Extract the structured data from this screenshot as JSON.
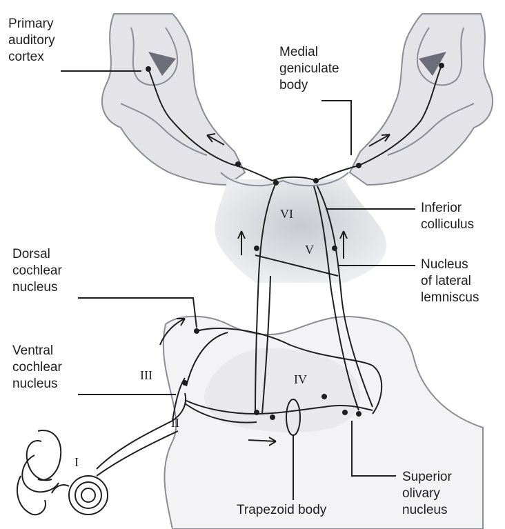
{
  "labels": {
    "primary_auditory_cortex": "Primary\nauditory\ncortex",
    "medial_geniculate_body": "Medial\ngeniculate\nbody",
    "inferior_colliculus": "Inferior\ncolliculus",
    "nucleus_lateral_lemniscus": "Nucleus\nof lateral\nlemniscus",
    "dorsal_cochlear_nucleus": "Dorsal\ncochlear\nnucleus",
    "ventral_cochlear_nucleus": "Ventral\ncochlear\nnucleus",
    "superior_olivary_nucleus": "Superior\nolivary\nnucleus",
    "trapezoid_body": "Trapezoid body"
  },
  "stages": {
    "I": "I",
    "II": "II",
    "III": "III",
    "IV": "IV",
    "V": "V",
    "VI": "VI"
  },
  "colors": {
    "tissue_fill": "#e4e4e8",
    "tissue_dark": "#8a8c96",
    "line": "#1e1e1e"
  }
}
